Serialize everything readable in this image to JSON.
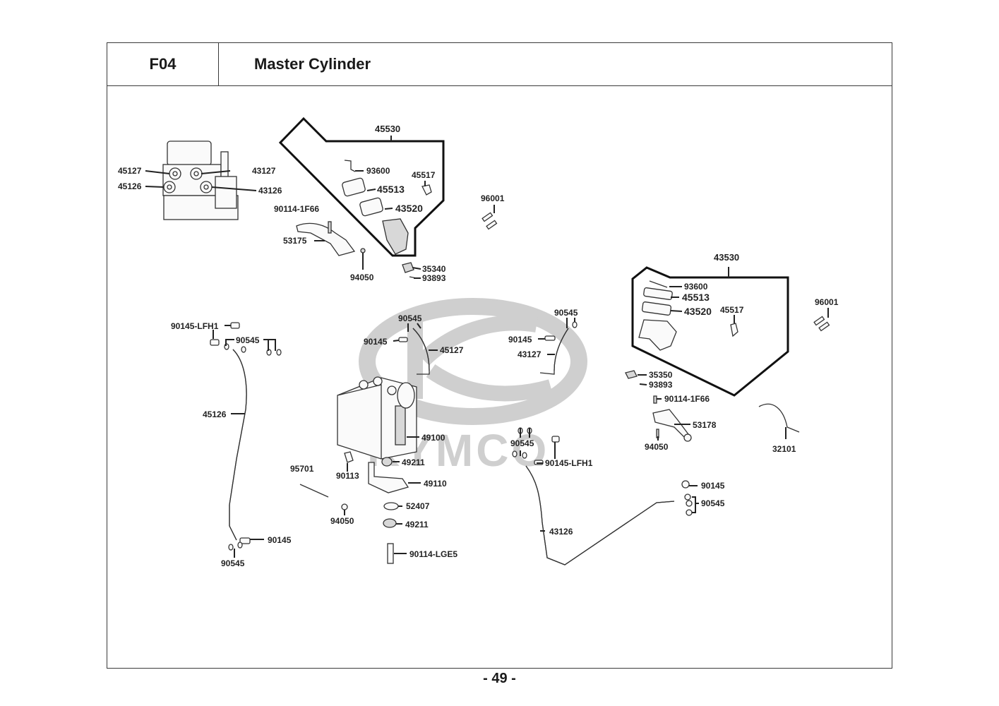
{
  "header": {
    "section_code": "F04",
    "title": "Master Cylinder"
  },
  "watermark": {
    "brand": "KYMCO",
    "color": "#cfcfcf"
  },
  "page_number": "- 49 -",
  "parts": {
    "abs_top_45127": "45127",
    "abs_top_45126": "45126",
    "abs_top_43127": "43127",
    "abs_top_43126": "43126",
    "kit_left": "45530",
    "kit_left_93600": "93600",
    "kit_left_45517": "45517",
    "kit_left_45513": "45513",
    "kit_left_43520": "43520",
    "left_90114": "90114-1F66",
    "left_53175": "53175",
    "left_94050": "94050",
    "left_35340": "35340",
    "left_93893": "93893",
    "bolt_96001_a": "96001",
    "kit_right": "43530",
    "kit_right_93600": "93600",
    "kit_right_45513": "45513",
    "kit_right_43520": "43520",
    "kit_right_45517": "45517",
    "bolt_96001_b": "96001",
    "right_35350": "35350",
    "right_93893": "93893",
    "right_90114": "90114-1F66",
    "right_53178": "53178",
    "right_94050": "94050",
    "wire_32101": "32101",
    "hose_left_90145lfh1": "90145-LFH1",
    "hose_left_90545": "90545",
    "hose_left_45126": "45126",
    "hose_left_bottom_90145": "90145",
    "hose_left_bottom_90545": "90545",
    "mid_90545_a": "90545",
    "mid_90145_a": "90145",
    "mid_45127": "45127",
    "mid_90545_b": "90545",
    "mid_90145_b": "90145",
    "mid_43127": "43127",
    "abs_49100": "49100",
    "abs_49211_a": "49211",
    "abs_90113": "90113",
    "abs_95701": "95701",
    "abs_49110": "49110",
    "abs_52407": "52407",
    "abs_94050": "94050",
    "abs_49211_b": "49211",
    "abs_90114lge5": "90114-LGE5",
    "hose_right_90545": "90545",
    "hose_right_90145lfh1": "90145-LFH1",
    "hose_right_43126": "43126",
    "hose_right_end_90145": "90145",
    "hose_right_end_90545": "90545"
  }
}
